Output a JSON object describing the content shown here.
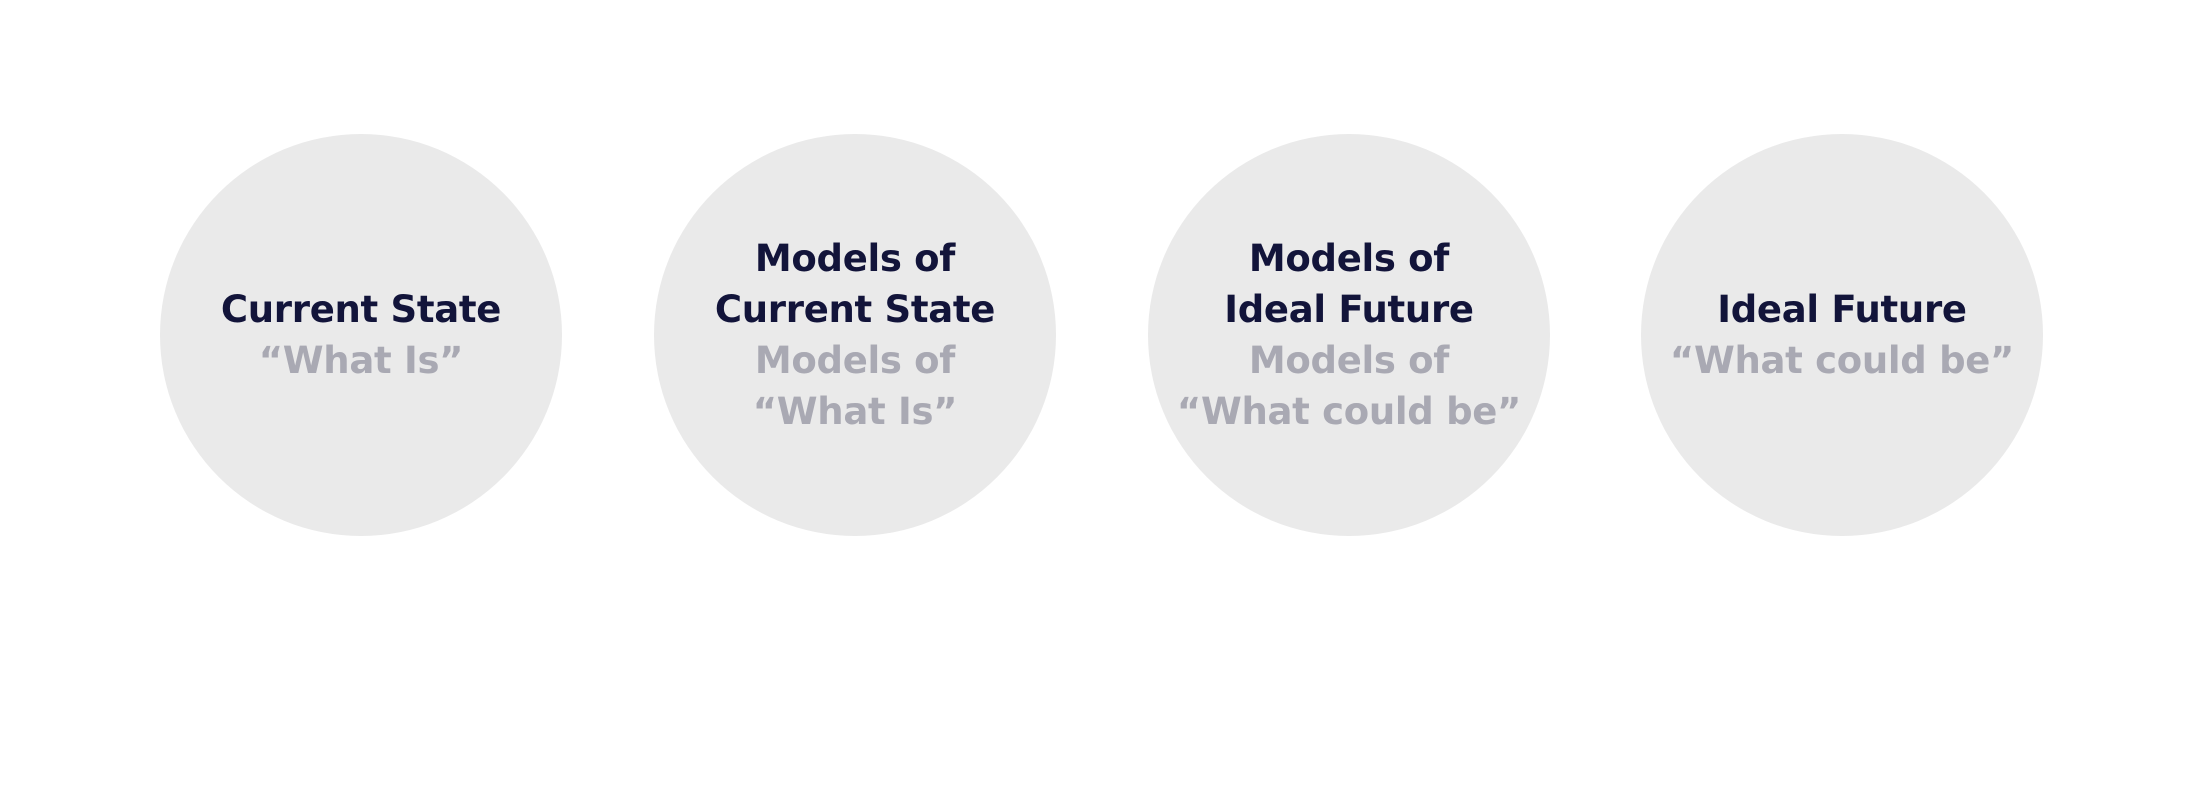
{
  "colors": {
    "circle_fill": "#eaeaea",
    "title_text": "#12143a",
    "subtitle_text": "#a9a9b3"
  },
  "stages": [
    {
      "title": [
        "Current State"
      ],
      "subtitle": [
        "“What Is”"
      ]
    },
    {
      "title": [
        "Models of",
        "Current State"
      ],
      "subtitle": [
        "Models of",
        "“What Is”"
      ]
    },
    {
      "title": [
        "Models of",
        "Ideal Future"
      ],
      "subtitle": [
        "Models of",
        "“What could be”"
      ]
    },
    {
      "title": [
        "Ideal Future"
      ],
      "subtitle": [
        "“What could be”"
      ]
    }
  ]
}
